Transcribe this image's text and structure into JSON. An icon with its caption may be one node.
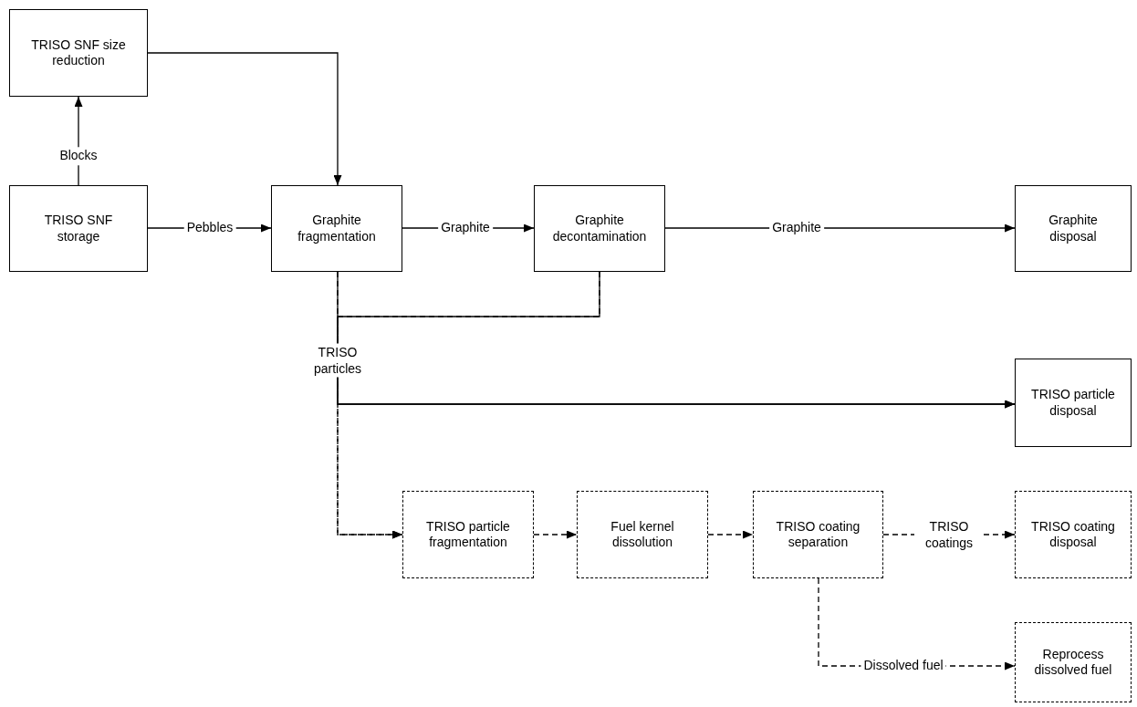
{
  "diagram": {
    "nodes": [
      {
        "text": [
          "TRISO SNF size reduction"
        ]
      },
      {
        "text": [
          "TRISO SNF storage"
        ]
      },
      {
        "text": [
          "Graphite fragmentation"
        ]
      },
      {
        "text": [
          "Graphite decontamination"
        ]
      },
      {
        "text": [
          "Graphite disposal"
        ]
      },
      {
        "text": [
          "TRISO particle disposal"
        ]
      },
      {
        "text": [
          "TRISO particle fragmentation"
        ]
      },
      {
        "text": [
          "Fuel kernel dissolution"
        ]
      },
      {
        "text": [
          "TRISO coating separation"
        ]
      },
      {
        "text": [
          "TRISO coating disposal"
        ]
      },
      {
        "text": [
          "Reprocess dissolved fuel"
        ]
      }
    ],
    "edges": [
      {
        "from": 1,
        "to": 0,
        "arrow": "to",
        "label": "Blocks"
      },
      {
        "from": 0,
        "to": 2,
        "arrow": "to"
      },
      {
        "from": 1,
        "to": 2,
        "arrow": "to",
        "label": "Pebbles"
      },
      {
        "from": 2,
        "to": 3,
        "arrow": "to",
        "label": "Graphite"
      },
      {
        "from": 3,
        "to": 4,
        "arrow": "to",
        "label": "Graphite"
      },
      {
        "from": 2,
        "to": 5,
        "arrow": "to",
        "label": "TRISO particles"
      },
      {
        "from": 3,
        "to": 5,
        "arrow": "to"
      },
      {
        "from": 2,
        "to": 6,
        "arrow": "to",
        "style": "dashed"
      },
      {
        "from": 3,
        "to": 6,
        "arrow": "to",
        "style": "dashed"
      },
      {
        "from": 6,
        "to": 7,
        "arrow": "to",
        "style": "dashed"
      },
      {
        "from": 7,
        "to": 8,
        "arrow": "to",
        "style": "dashed"
      },
      {
        "from": 8,
        "to": 9,
        "arrow": "to",
        "style": "dashed",
        "label": "TRISO coatings"
      },
      {
        "from": 8,
        "to": 10,
        "arrow": "to",
        "style": "dashed",
        "label": "Dissolved fuel"
      }
    ]
  }
}
